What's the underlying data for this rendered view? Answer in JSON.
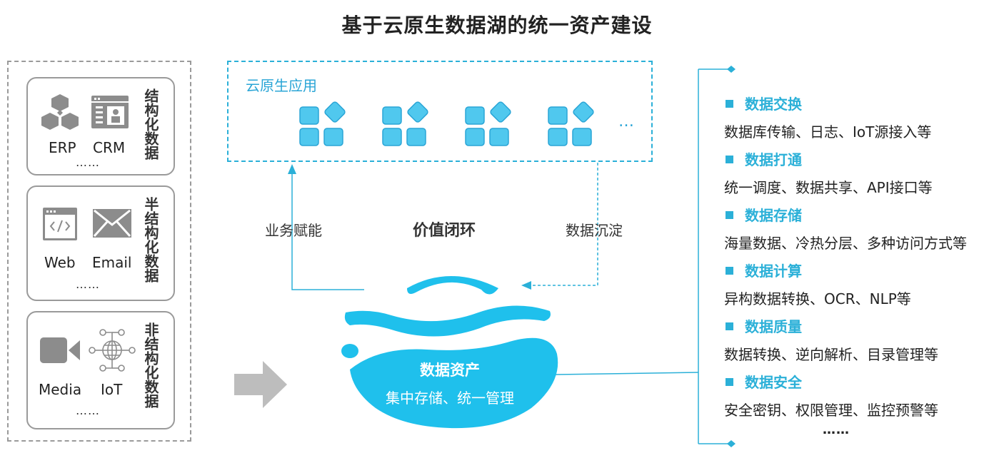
{
  "title": "基于云原生数据湖的统一资产建设",
  "categories": [
    {
      "label": "结构化数据",
      "sources": [
        "ERP",
        "CRM"
      ],
      "more": "……"
    },
    {
      "label": "半结构化数据",
      "sources": [
        "Web",
        "Email"
      ],
      "more": "……"
    },
    {
      "label": "非结构化数据",
      "sources": [
        "Media",
        "IoT"
      ],
      "more": "……"
    }
  ],
  "app_box": {
    "title": "云原生应用",
    "ellipsis": "…"
  },
  "loop": {
    "left": "业务赋能",
    "center": "价值闭环",
    "right": "数据沉淀"
  },
  "asset": {
    "title": "数据资产",
    "subtitle": "集中存储、统一管理"
  },
  "features": [
    {
      "title": "数据交换",
      "desc": "数据库传输、日志、IoT源接入等"
    },
    {
      "title": "数据打通",
      "desc": "统一调度、数据共享、API接口等"
    },
    {
      "title": "数据存储",
      "desc": "海量数据、冷热分层、多种访问方式等"
    },
    {
      "title": "数据计算",
      "desc": "异构数据转换、OCR、NLP等"
    },
    {
      "title": "数据质量",
      "desc": "数据转换、逆向解析、目录管理等"
    },
    {
      "title": "数据安全",
      "desc": "安全密钥、权限管理、监控预警等"
    }
  ],
  "features_more": "……",
  "colors": {
    "accent": "#2bb0d8",
    "lake": "#1fc0ec",
    "gray": "#9a9a9a"
  }
}
